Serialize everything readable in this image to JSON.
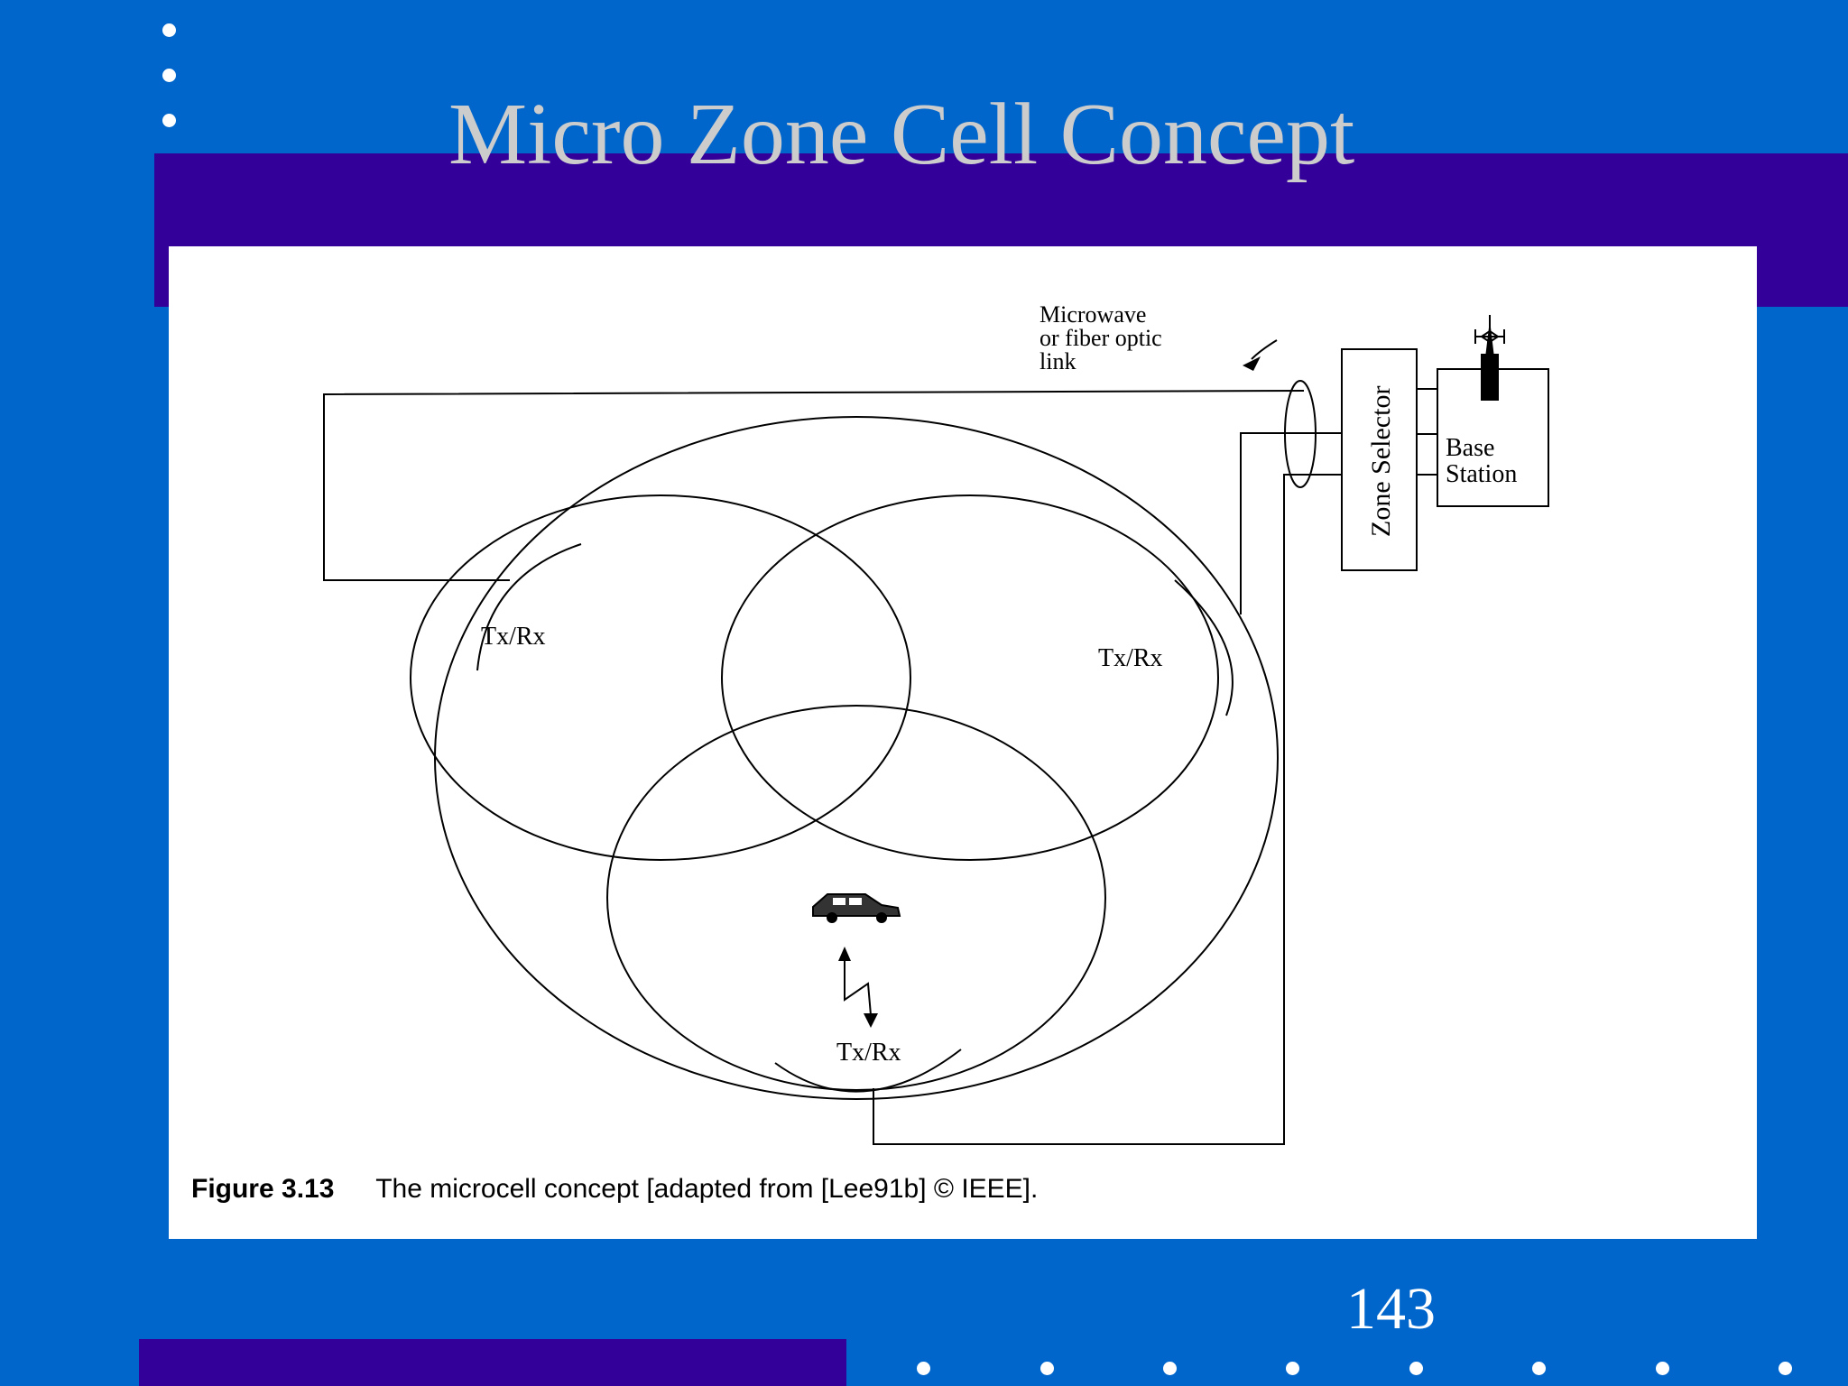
{
  "slide": {
    "title": "Micro Zone Cell Concept",
    "page_number": "143",
    "colors": {
      "background": "#0066cc",
      "band": "#330099",
      "title": "#cccccc",
      "dots": "#ffffff"
    }
  },
  "figure": {
    "link_label": [
      "Microwave",
      "or fiber optic",
      "link"
    ],
    "zone_selector_label": "Zone Selector",
    "base_station_label": [
      "Base",
      "Station"
    ],
    "txrx_left": "Tx/Rx",
    "txrx_right": "Tx/Rx",
    "txrx_bottom": "Tx/Rx",
    "caption_label": "Figure 3.13",
    "caption_text": "The microcell concept [adapted from [Lee91b] © IEEE]."
  }
}
